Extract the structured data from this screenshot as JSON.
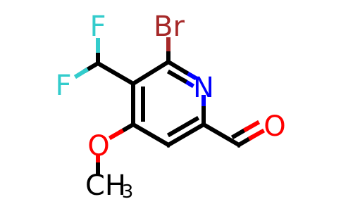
{
  "molecule": {
    "atoms": {
      "bromine": {
        "label": "Br",
        "color": "#a62929"
      },
      "nitrogen": {
        "label": "N",
        "color": "#0000ff"
      },
      "fluorine_top": {
        "label": "F",
        "color": "#33cccc"
      },
      "fluorine_left": {
        "label": "F",
        "color": "#33cccc"
      },
      "oxygen_aldehyde": {
        "label": "O",
        "color": "#ff0000"
      },
      "oxygen_methoxy": {
        "label": "O",
        "color": "#ff0000"
      },
      "methyl": {
        "label": "CH",
        "subscript": "3",
        "color": "#000000"
      }
    }
  }
}
